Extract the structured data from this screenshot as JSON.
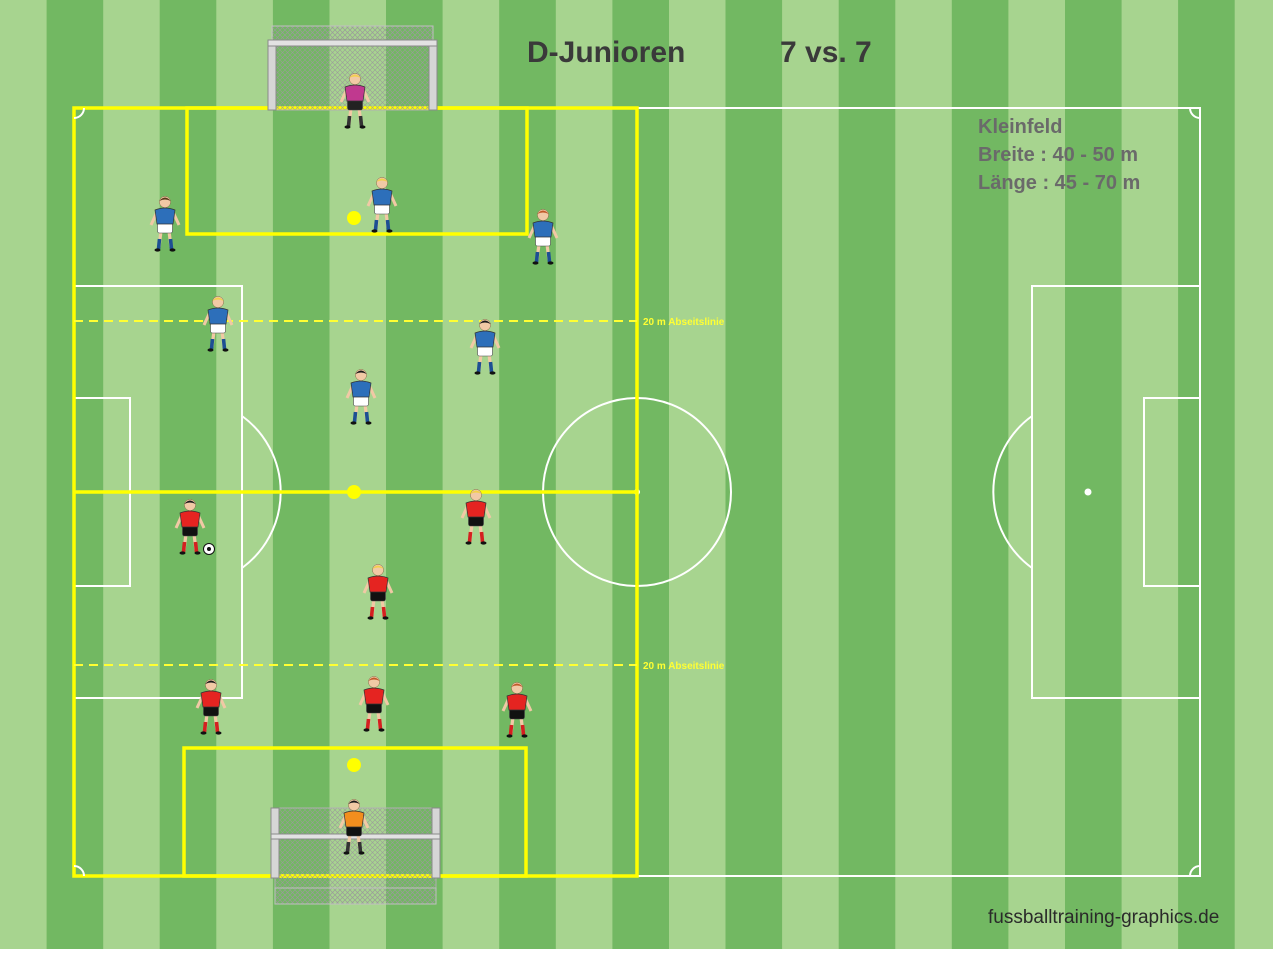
{
  "title": {
    "category": "D-Junioren",
    "format": "7 vs. 7"
  },
  "info": {
    "heading": "Kleinfeld",
    "width": "Breite : 40 - 50 m",
    "length": "Länge : 45 - 70 m"
  },
  "offside": {
    "top_label": "20 m Abseitslinie",
    "bottom_label": "20 m Abseitslinie"
  },
  "credit": "fussballtraining-graphics.de",
  "colors": {
    "grass_dark": "#72b862",
    "grass_light": "#a7d48f",
    "field_lines": "#ffffff",
    "small_field_lines": "#ffff00",
    "blue_team": "#2d6fba",
    "red_team": "#e52421",
    "keeper_top": "#c0398f",
    "keeper_bottom": "#f28e1e"
  },
  "teams": {
    "blue": {
      "color_name": "blue",
      "outfield_players": 6,
      "keeper": "pink-jersey"
    },
    "red": {
      "color_name": "red",
      "outfield_players": 6,
      "keeper": "orange-jersey"
    }
  }
}
